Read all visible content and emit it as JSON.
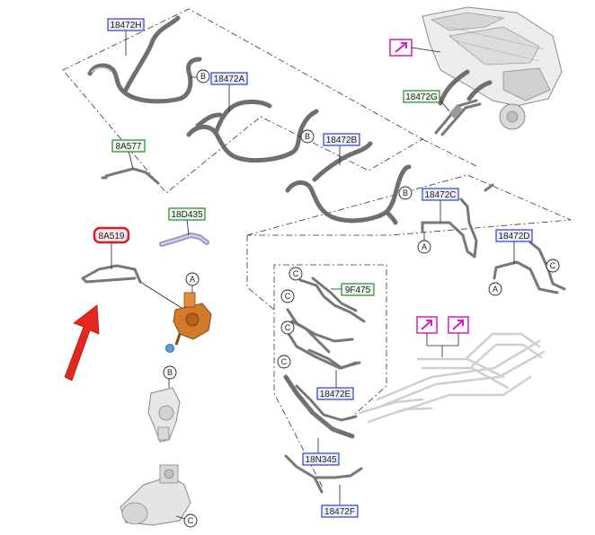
{
  "colors": {
    "blue_label_border": "#2b3fd0",
    "blue_label_fill": "#eef0ff",
    "green_label_border": "#1e8a2a",
    "green_label_fill": "#eefaee",
    "red_label_border": "#e0182b",
    "red_label_fill": "#fde8ea",
    "magenta_icon": "#d21dc4",
    "highlight_part": "#d27a2a",
    "arrow": "#e3261f"
  },
  "part_labels": {
    "l18472H": "18472H",
    "l18472A": "18472A",
    "l18472B": "18472B",
    "l18472C": "18472C",
    "l18472D": "18472D",
    "l18472E": "18472E",
    "l18472F": "18472F",
    "l18N345": "18N345",
    "l18472G": "18472G",
    "l8A577": "8A577",
    "l18D435": "18D435",
    "l9F475": "9F475",
    "l8A519": "8A519"
  },
  "callouts": {
    "a": "A",
    "b": "B",
    "c": "C"
  },
  "icons": [
    "reference-arrow-icon",
    "red-pointer-arrow"
  ]
}
